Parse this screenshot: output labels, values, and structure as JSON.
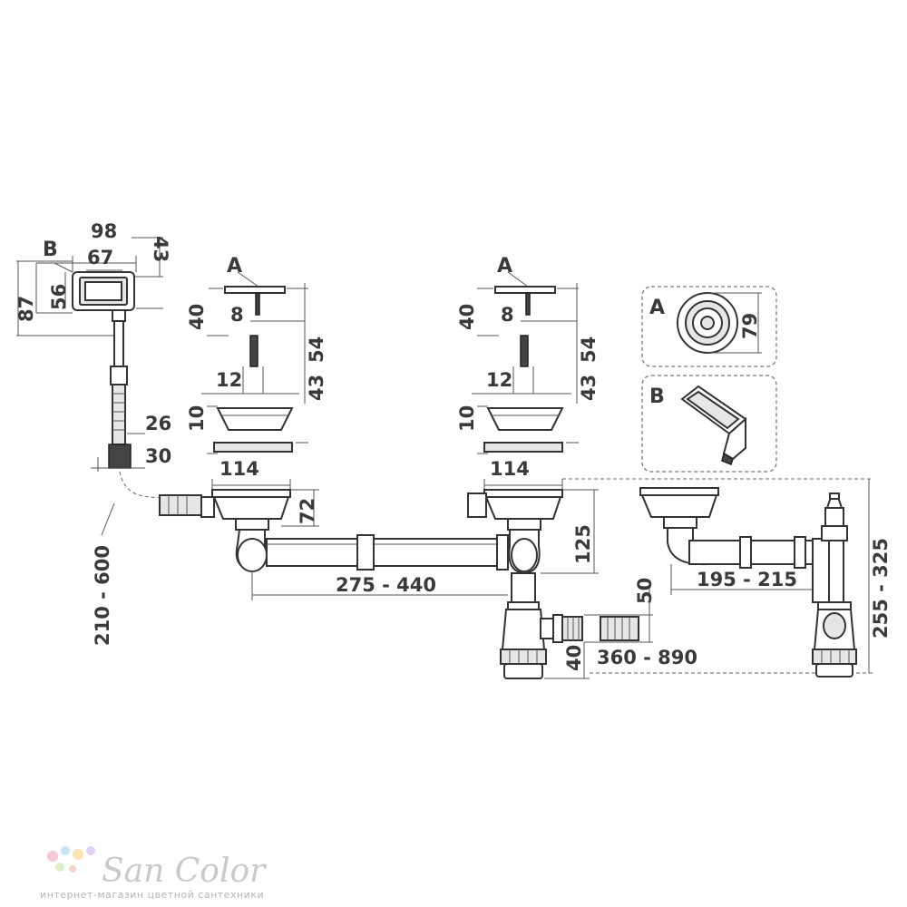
{
  "labels": {
    "a_left": "A",
    "a_middle": "A",
    "b_overflow": "B",
    "legend_a": "A",
    "legend_b": "B"
  },
  "dims": {
    "overflow_width": "98",
    "overflow_inner": "67",
    "overflow_depth": "43",
    "overflow_height": "87",
    "overflow_inner_h": "56",
    "hose_d1": "26",
    "hose_d2": "30",
    "hose_len": "210 - 600",
    "l_plug_h": "40",
    "l_pin_d": "8",
    "l_pin_len": "54",
    "l_screw_d": "12",
    "l_screw_len": "43",
    "l_strainer_h": "10",
    "l_body_w": "114",
    "l_body_h": "72",
    "m_plug_h": "40",
    "m_pin_d": "8",
    "m_pin_len": "54",
    "m_screw_d": "12",
    "m_screw_len": "43",
    "m_strainer_h": "10",
    "m_body_w": "114",
    "m_height": "125",
    "pipe_between": "275 - 440",
    "conn_h": "50",
    "conn_low": "40",
    "conn_len": "360 - 890",
    "legend_a_d": "79",
    "right_pipe": "195 - 215",
    "total_h": "255 - 325"
  },
  "watermark": {
    "name": "San Color",
    "tagline": "интернет-магазин цветной сантехники",
    "dot_colors": [
      "#f7c6d9",
      "#c9e3f7",
      "#fbe3b5",
      "#d9f0c9",
      "#e3d1f5",
      "#f5d3c6"
    ]
  }
}
